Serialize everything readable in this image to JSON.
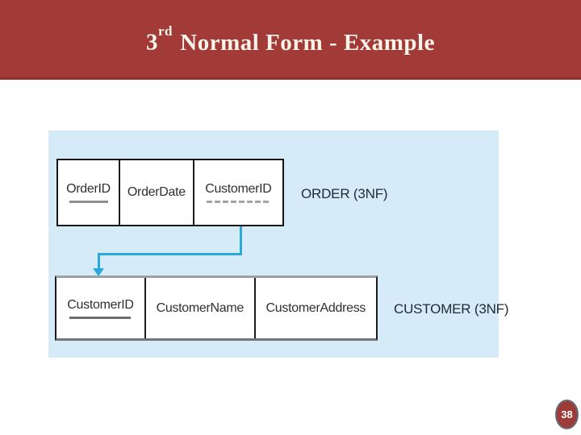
{
  "slide": {
    "title": {
      "number": "3",
      "ordinal": "rd",
      "text": "Normal Form - Example"
    },
    "page_number": "38"
  },
  "diagram": {
    "tables": [
      {
        "name": "ORDER (3NF)",
        "columns": [
          {
            "label": "OrderID",
            "key_type": "primary"
          },
          {
            "label": "OrderDate",
            "key_type": ""
          },
          {
            "label": "CustomerID",
            "key_type": "foreign"
          }
        ]
      },
      {
        "name": "CUSTOMER (3NF)",
        "columns": [
          {
            "label": "CustomerID",
            "key_type": "primary"
          },
          {
            "label": "CustomerName",
            "key_type": ""
          },
          {
            "label": "CustomerAddress",
            "key_type": ""
          }
        ]
      }
    ],
    "relationship": "ORDER.CustomerID references CUSTOMER.CustomerID"
  },
  "colors": {
    "header_red": "#a23b38",
    "panel_blue": "#d5ecf8",
    "connector_cyan": "#2aa9dc",
    "key_underline_gray": "#8f8f8f",
    "badge_red": "#9d3b38"
  }
}
